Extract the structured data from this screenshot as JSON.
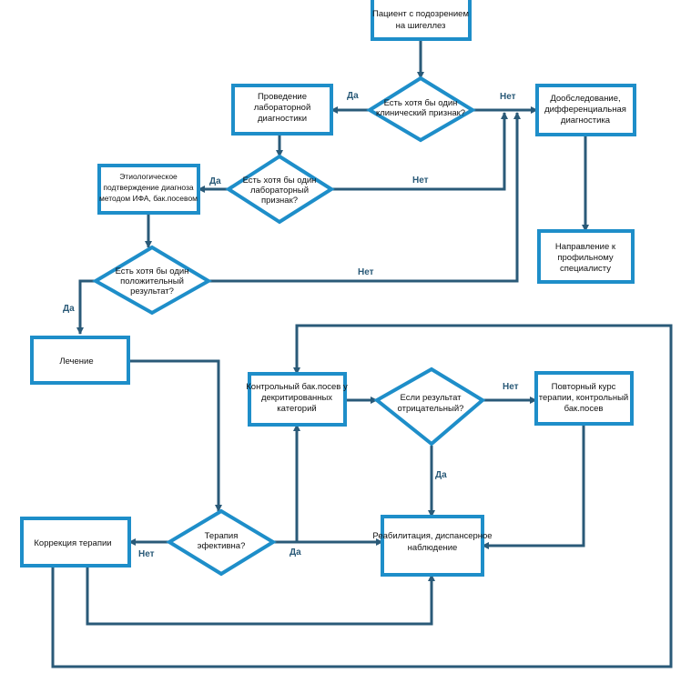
{
  "colors": {
    "node_border": "#1e8ec9",
    "edge": "#2a5a78",
    "text": "#111111"
  },
  "nodes": {
    "patient": [
      "Пациент с подозрением",
      "на   шигеллез"
    ],
    "clinical": [
      "Есть хотя бы один",
      "клинический признак?"
    ],
    "lab_diag": [
      "Проведение",
      "лабораторной",
      "диагностики"
    ],
    "extra_exam": [
      "Дообследование,",
      "дифференциальная",
      "диагностика"
    ],
    "lab_sign": [
      "Есть хотя бы один",
      "лабораторный",
      "признак?"
    ],
    "etiology": [
      "Этиологическое",
      "подтверждение диагноза",
      "методом ИФА, бак.посевом"
    ],
    "positive": [
      "Есть хотя бы один",
      "положительный",
      "результат?"
    ],
    "referral": [
      "Направление к",
      "профильному",
      "специалисту"
    ],
    "treatment": [
      "Лечение"
    ],
    "control": [
      "Контрольный бак.посев у",
      "декритированных",
      "категорий"
    ],
    "negative": [
      "Если результат",
      "отрицательный?"
    ],
    "repeat": [
      "Повторный курс",
      "терапии, контрольный",
      "бак.посев"
    ],
    "effective": [
      "Терапия",
      "эфективна?"
    ],
    "correction": [
      "Коррекция терапии"
    ],
    "rehab": [
      "Реабилитация, диспансерное",
      "наблюдение"
    ]
  },
  "edge_labels": {
    "yes_clinical": "Да",
    "no_clinical": "Нет",
    "yes_lab": "Да",
    "no_lab": "Нет",
    "yes_positive": "Да",
    "no_positive": "Нет",
    "no_negative": "Нет",
    "yes_negative": "Да",
    "yes_effective": "Да",
    "no_effective": "Нет"
  }
}
